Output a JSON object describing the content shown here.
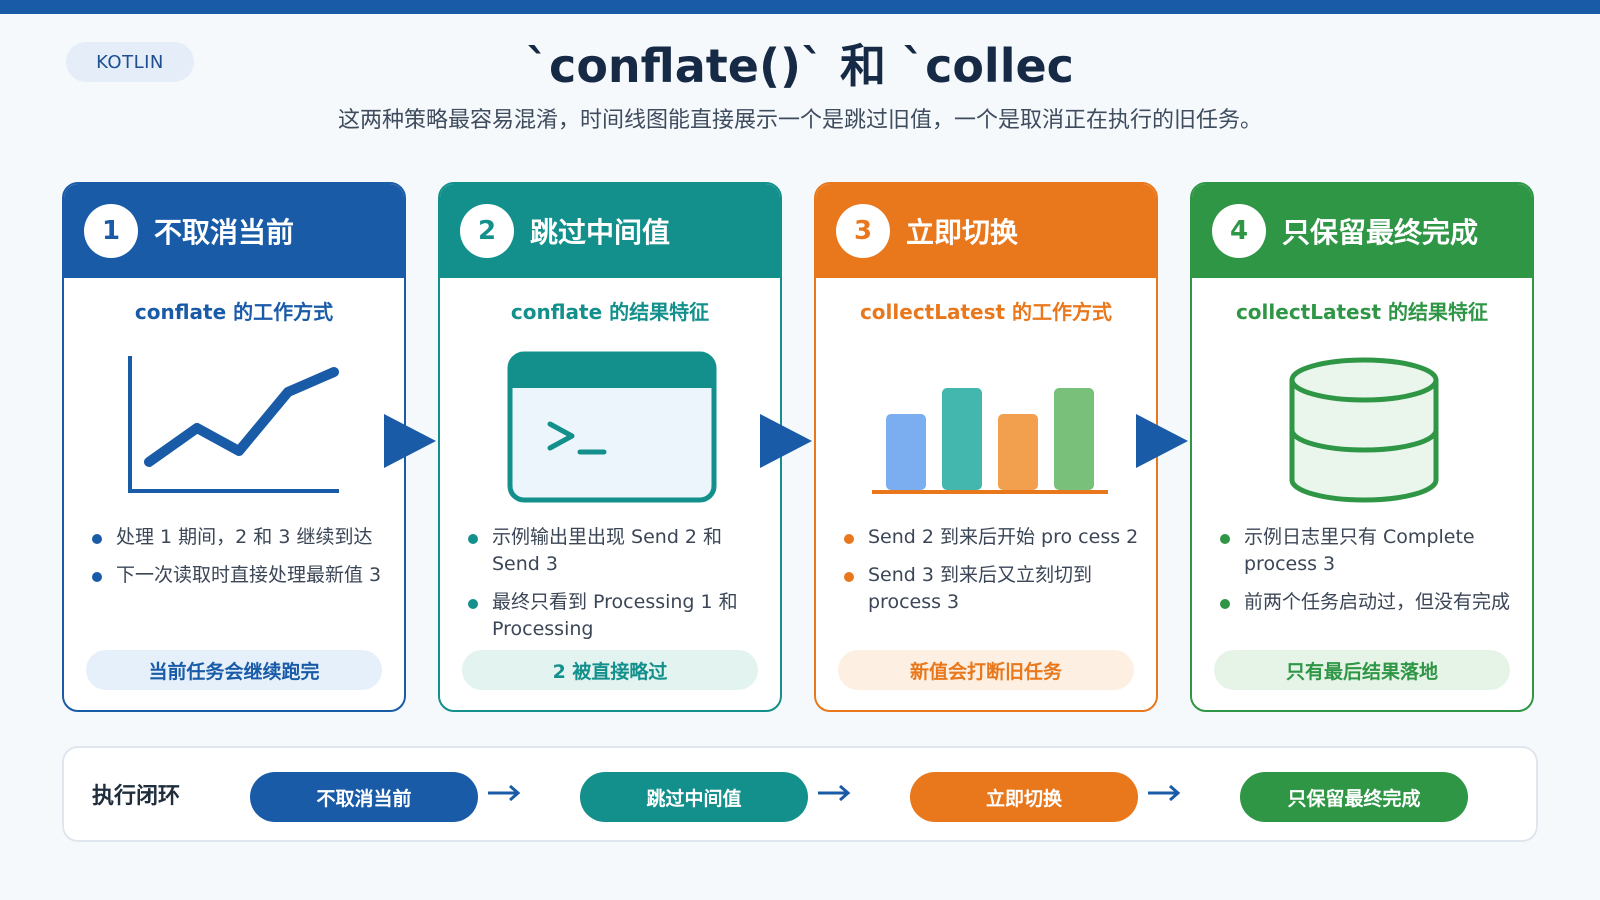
{
  "header": {
    "tag": "KOTLIN",
    "title": "`conflate()` 和 `collec",
    "subtitle": "这两种策略最容易混淆，时间线图能直接展示一个是跳过旧值，一个是取消正在执行的旧任务。"
  },
  "colors": {
    "blue": "#1a5ba8",
    "teal": "#13908c",
    "orange": "#e9781c",
    "green": "#2f9646"
  },
  "cards": [
    {
      "num": "1",
      "title": "不取消当前",
      "subtitle": "conflate 的工作方式",
      "illustration": "line-chart-icon",
      "bullets": [
        "处理 1 期间，2 和 3 继续到达",
        "下一次读取时直接处理最新值 3"
      ],
      "pill": "当前任务会继续跑完"
    },
    {
      "num": "2",
      "title": "跳过中间值",
      "subtitle": "conflate 的结果特征",
      "illustration": "terminal-icon",
      "bullets": [
        "示例输出里出现 Send 2 和 Send 3",
        "最终只看到 Processing 1 和 Processing"
      ],
      "pill": "2 被直接略过"
    },
    {
      "num": "3",
      "title": "立即切换",
      "subtitle": "collectLatest 的工作方式",
      "illustration": "bar-chart-icon",
      "bullets": [
        "Send 2 到来后开始 pro cess 2",
        "Send 3 到来后又立刻切到 process 3"
      ],
      "pill": "新值会打断旧任务"
    },
    {
      "num": "4",
      "title": "只保留最终完成",
      "subtitle": "collectLatest 的结果特征",
      "illustration": "database-icon",
      "bullets": [
        "示例日志里只有 Complete process 3",
        "前两个任务启动过，但没有完成"
      ],
      "pill": "只有最后结果落地"
    }
  ],
  "flow": {
    "label": "执行闭环",
    "steps": [
      "不取消当前",
      "跳过中间值",
      "立即切换",
      "只保留最终完成"
    ]
  }
}
